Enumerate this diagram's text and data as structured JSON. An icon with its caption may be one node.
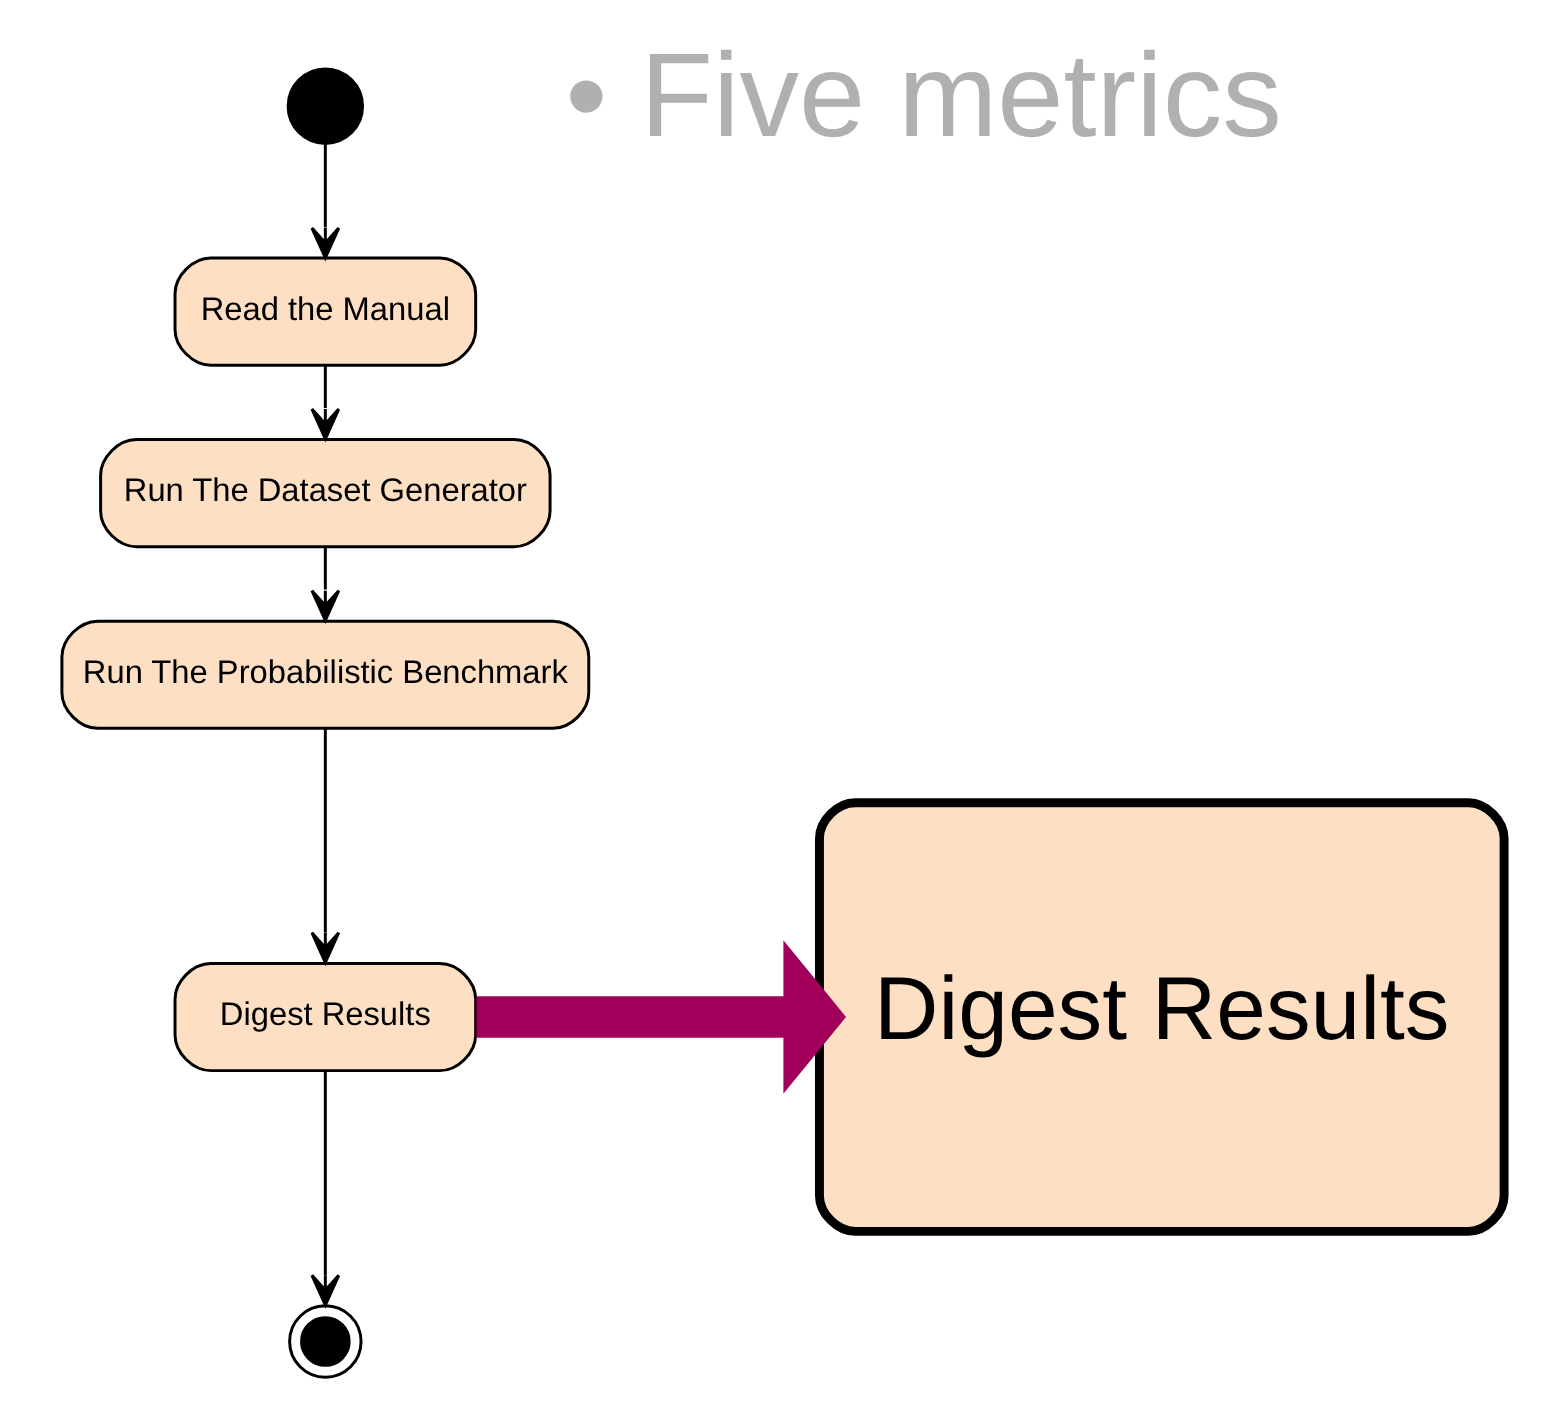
{
  "diagram": {
    "nodes": [
      {
        "text": [],
        "shape": "circle"
      },
      {
        "text": [
          "Read the Manual"
        ]
      },
      {
        "text": [
          "Run The Dataset Generator"
        ]
      },
      {
        "text": [
          "Run The Probabilistic Benchmark"
        ]
      },
      {
        "text": [
          "Digest Results"
        ]
      },
      {
        "text": [],
        "shape": "bullseye"
      },
      {
        "text": [
          "Digest Results"
        ]
      }
    ],
    "edges": [
      {
        "from": 0,
        "to": 1,
        "arrow": "to"
      },
      {
        "from": 1,
        "to": 2,
        "arrow": "to"
      },
      {
        "from": 2,
        "to": 3,
        "arrow": "to"
      },
      {
        "from": 3,
        "to": 4,
        "arrow": "to"
      },
      {
        "from": 4,
        "to": 5,
        "arrow": "to"
      },
      {
        "from": 4,
        "to": 6,
        "arrow": "to",
        "style": "thick",
        "color": "#a0005a"
      }
    ],
    "labels": [
      "• Five metrics"
    ]
  }
}
